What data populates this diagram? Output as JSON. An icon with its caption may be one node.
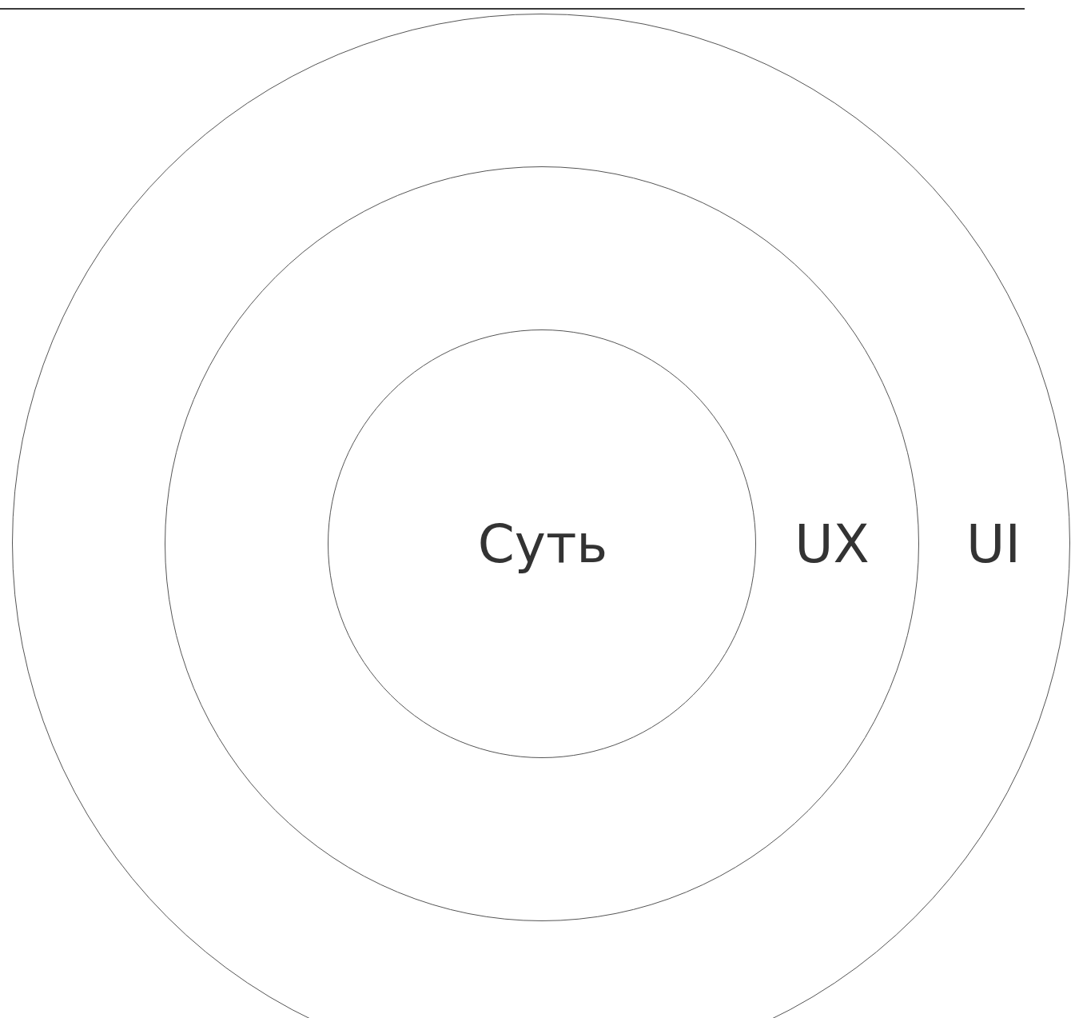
{
  "diagram": {
    "nodes": [
      {
        "text": [
          "UI"
        ]
      },
      {
        "text": [
          "UX"
        ],
        "in": 0
      },
      {
        "text": [
          "Суть"
        ],
        "in": 1
      }
    ]
  }
}
